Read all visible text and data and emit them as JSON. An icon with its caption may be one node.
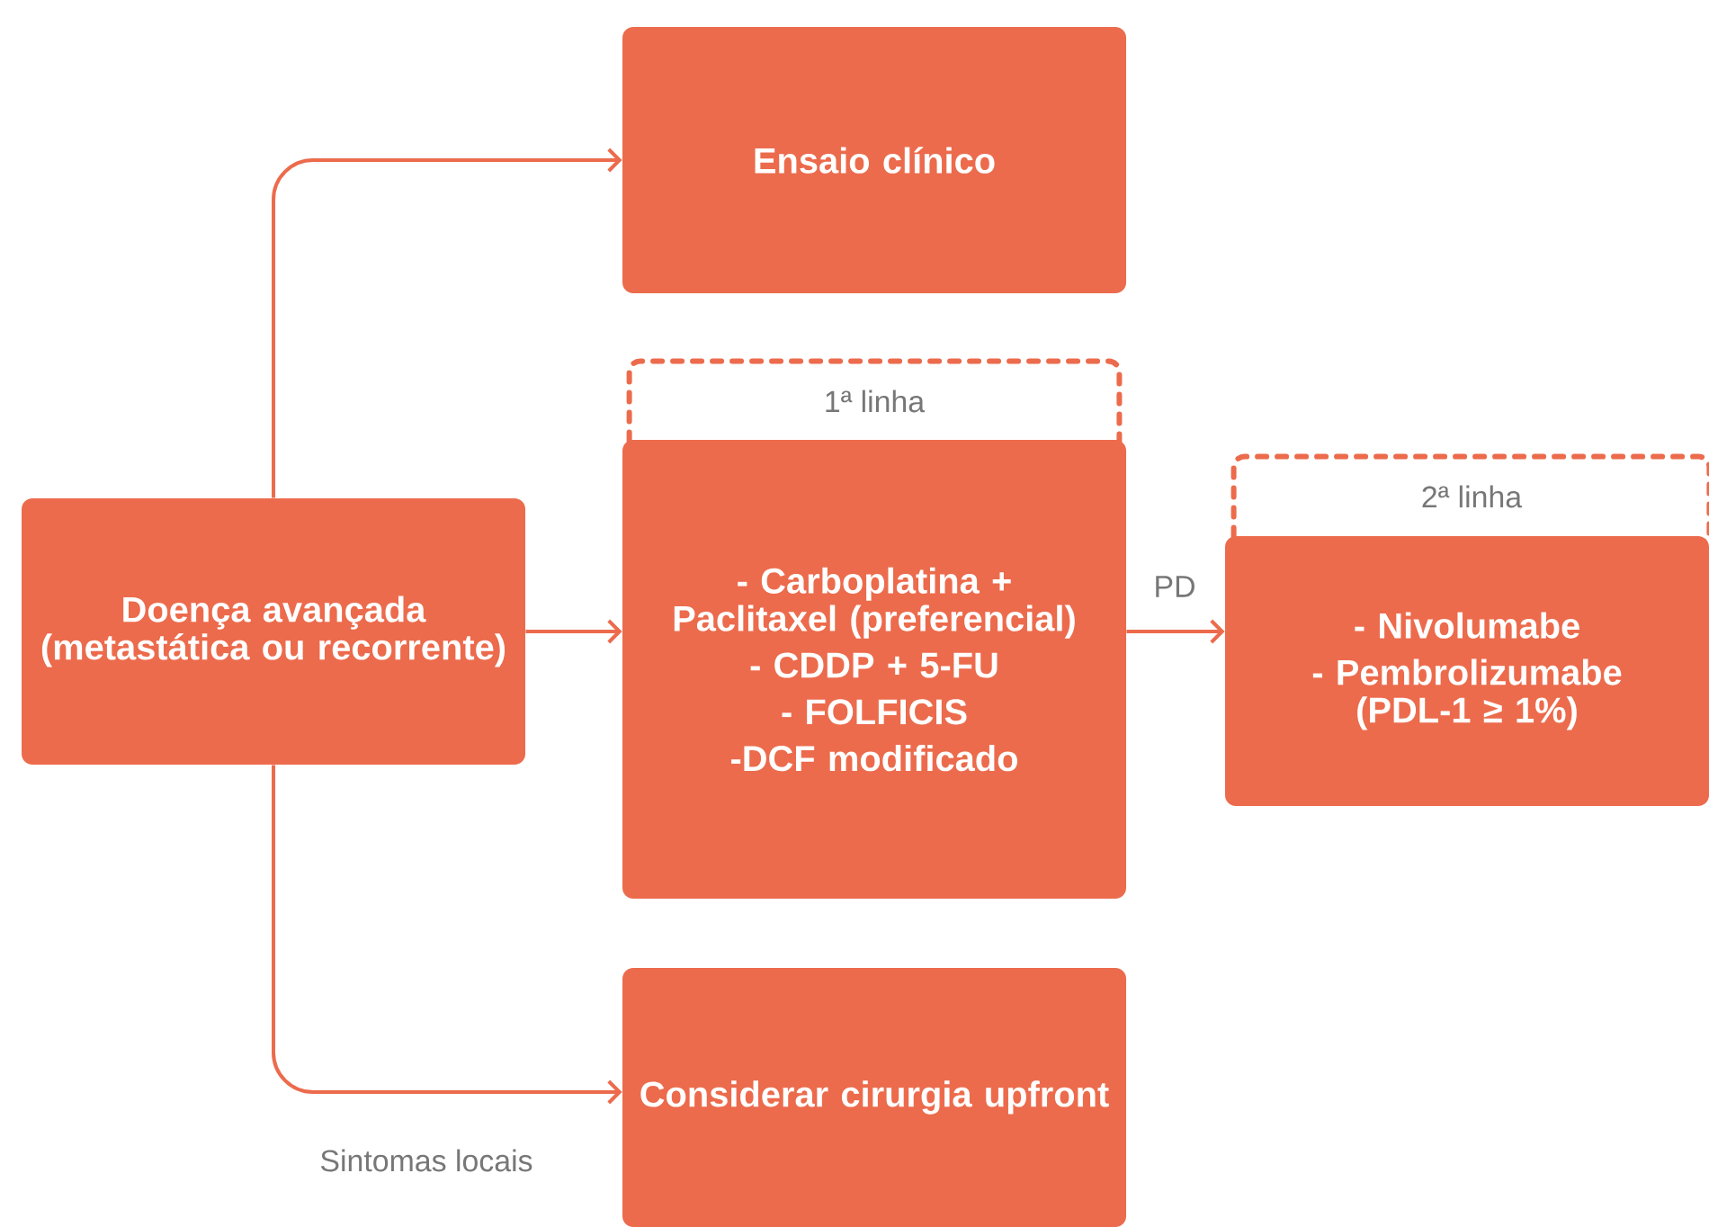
{
  "diagram": {
    "nodes": [
      {
        "text": [
          "Doença avançada (metastática ou recorrente)"
        ]
      },
      {
        "text": [
          "Ensaio clínico"
        ]
      },
      {
        "text": [
          "1ª linha"
        ]
      },
      {
        "text": [
          "- Carboplatina + Paclitaxel (preferencial)",
          "- CDDP + 5-FU",
          "- FOLFICIS",
          "-DCF modificado"
        ]
      },
      {
        "text": [
          "2ª linha"
        ]
      },
      {
        "text": [
          "- Nivolumabe",
          "- Pembrolizumabe (PDL-1 ≥ 1%)"
        ]
      },
      {
        "text": [
          "Considerar cirurgia upfront"
        ]
      }
    ],
    "edges": [
      {
        "from": 0,
        "to": 1,
        "arrow": "to"
      },
      {
        "from": 0,
        "to": 3,
        "arrow": "to"
      },
      {
        "from": 3,
        "to": 5,
        "arrow": "to",
        "label": "PD"
      },
      {
        "from": 0,
        "to": 6,
        "arrow": "to",
        "label": "Sintomas locais"
      }
    ]
  }
}
